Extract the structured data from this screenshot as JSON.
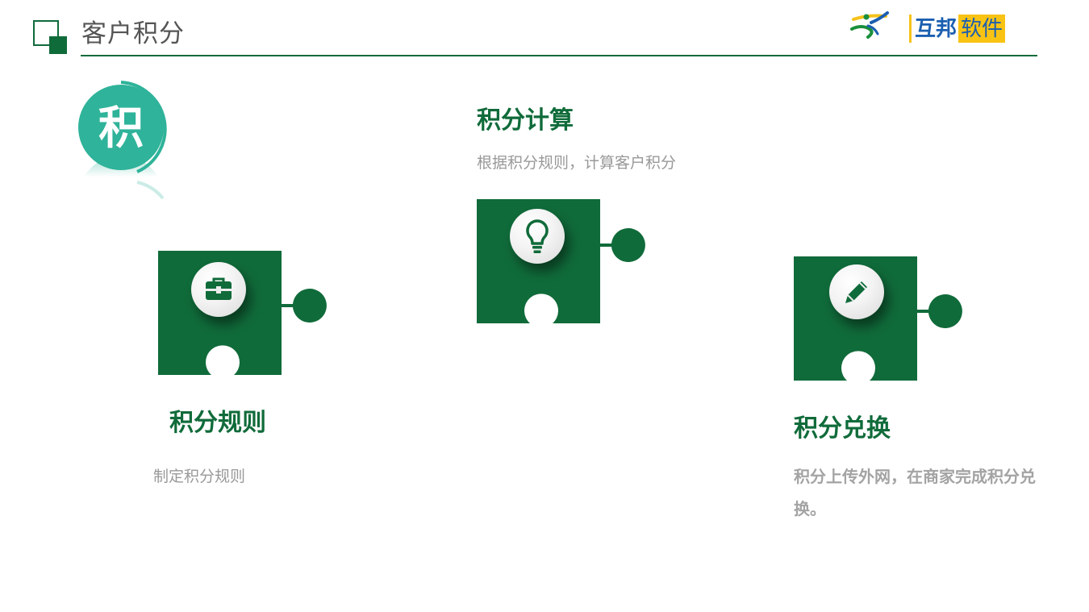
{
  "header": {
    "title": "客户积分",
    "logo_text_main": "互邦",
    "logo_text_sub": "软件"
  },
  "badge": {
    "char": "积"
  },
  "sections": {
    "calc": {
      "title": "积分计算",
      "desc": "根据积分规则，计算客户积分"
    },
    "rules": {
      "title": "积分规则",
      "desc": "制定积分规则"
    },
    "exchange": {
      "title": "积分兑换",
      "desc": "积分上传外网，在商家完成积分兑换。"
    }
  },
  "colors": {
    "primary_green": "#106b3a",
    "badge_teal": "#2fb39a",
    "logo_blue": "#1b5fb0",
    "logo_yellow": "#f9c314"
  },
  "icons": [
    "toolbox-icon",
    "lightbulb-icon",
    "pencil-icon"
  ]
}
